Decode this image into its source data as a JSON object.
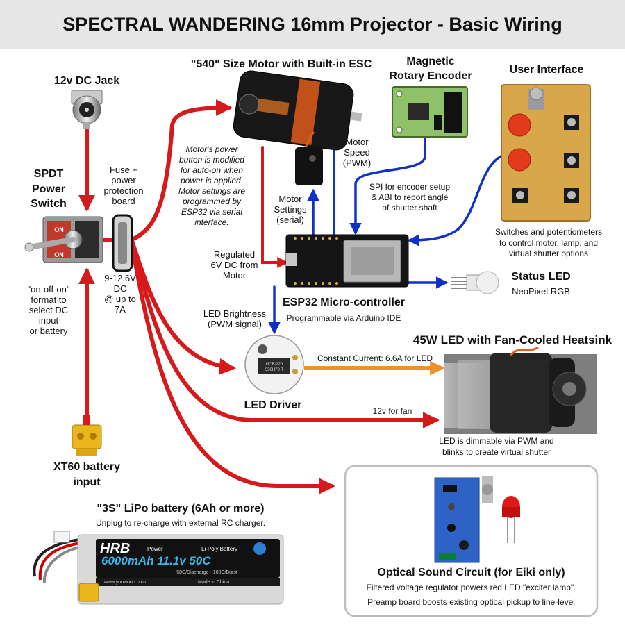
{
  "title": "SPECTRAL WANDERING 16mm Projector - Basic Wiring",
  "colors": {
    "power": "#d7191c",
    "signal": "#1030c8",
    "led_current": "#f0902a"
  },
  "components": {
    "dc_jack": {
      "label": "12v DC Jack"
    },
    "switch": {
      "label": [
        "SPDT",
        "Power",
        "Switch"
      ],
      "note": [
        "\"on-off-on\"",
        "format to",
        "select DC",
        "input",
        "or battery"
      ]
    },
    "fuse": {
      "label": [
        "Fuse +",
        "power",
        "protection",
        "board"
      ],
      "rating": [
        "9-12.6V",
        "DC",
        "@ up to",
        "7A"
      ]
    },
    "xt60": {
      "label": [
        "XT60 battery",
        "input"
      ]
    },
    "motor": {
      "title": "\"540\" Size Motor with Built-in ESC",
      "note": [
        "Motor's power",
        "button is modified",
        "for auto-on when",
        "power is applied.",
        "Motor settings are",
        "programmed by",
        "ESP32 via serial",
        "interface."
      ]
    },
    "encoder": {
      "title": [
        "Magnetic",
        "Rotary Encoder"
      ]
    },
    "user_interface": {
      "title": "User Interface",
      "note": [
        "Switches and potentiometers",
        "to control motor, lamp, and",
        "virtual shutter options"
      ]
    },
    "esp32": {
      "title": "ESP32 Micro-controller",
      "subtitle": "Programmable via Arduino IDE"
    },
    "status_led": {
      "title": "Status LED",
      "subtitle": "NeoPixel RGB"
    },
    "led_driver": {
      "title": "LED Driver",
      "chip": [
        "HCF-220",
        "550H70 T"
      ]
    },
    "led": {
      "title": "45W LED with Fan-Cooled Heatsink",
      "note": [
        "LED is dimmable via PWM and",
        "blinks to create virtual shutter"
      ]
    },
    "battery": {
      "title": "\"3S\" LiPo battery (6Ah or more)",
      "subtitle": "Unplug to re-charge with external RC charger.",
      "brand": "HRB",
      "power": "Power",
      "type": "Li-Poly Battery",
      "spec": "6000mAh 11.1v 50C",
      "rate": "- 50C/Discharge · 100C/Burst",
      "web": "www.yoowooo.com",
      "made": "Made in China"
    },
    "sound": {
      "title": "Optical Sound Circuit (for Eiki only)",
      "line1": "Filtered voltage regulator powers red LED \"exciter lamp\".",
      "line2": "Preamp board boosts existing optical pickup to line-level"
    }
  },
  "connections": {
    "motor_speed": [
      "Motor",
      "Speed",
      "(PWM)"
    ],
    "motor_settings": [
      "Motor",
      "Settings",
      "(serial)"
    ],
    "spi": [
      "SPI for encoder setup",
      "& ABI to report angle",
      "of shutter shaft"
    ],
    "regulated": [
      "Regulated",
      "6V DC from",
      "Motor"
    ],
    "led_brightness": [
      "LED Brightness",
      "(PWM signal)"
    ],
    "constant_current": "Constant Current: 6.6A for LED",
    "fan": "12v for fan"
  }
}
